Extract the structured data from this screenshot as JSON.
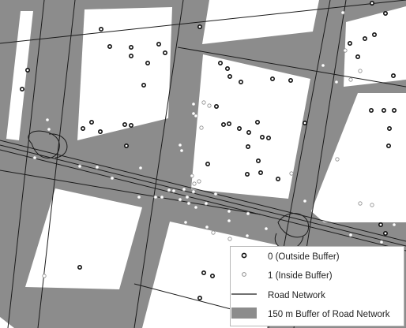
{
  "colors": {
    "background": "#ffffff",
    "buffer": "#8c8c8c",
    "road": "#1a1a1a",
    "point_fill_outside": "#ffffff",
    "point_stroke_outside": "#111111",
    "point_fill_inside": "#ffffff",
    "point_stroke_inside": "#8c8c8c"
  },
  "legend": {
    "items": [
      {
        "label": "0 (Outside Buffer)",
        "symbol": "dark-ring-point-icon"
      },
      {
        "label": "1 (Inside Buffer)",
        "symbol": "white-dot-point-icon"
      },
      {
        "label": "Road Network",
        "symbol": "road-line-icon"
      },
      {
        "label": "150 m Buffer of Road Network",
        "symbol": "buffer-swatch-icon"
      }
    ]
  }
}
